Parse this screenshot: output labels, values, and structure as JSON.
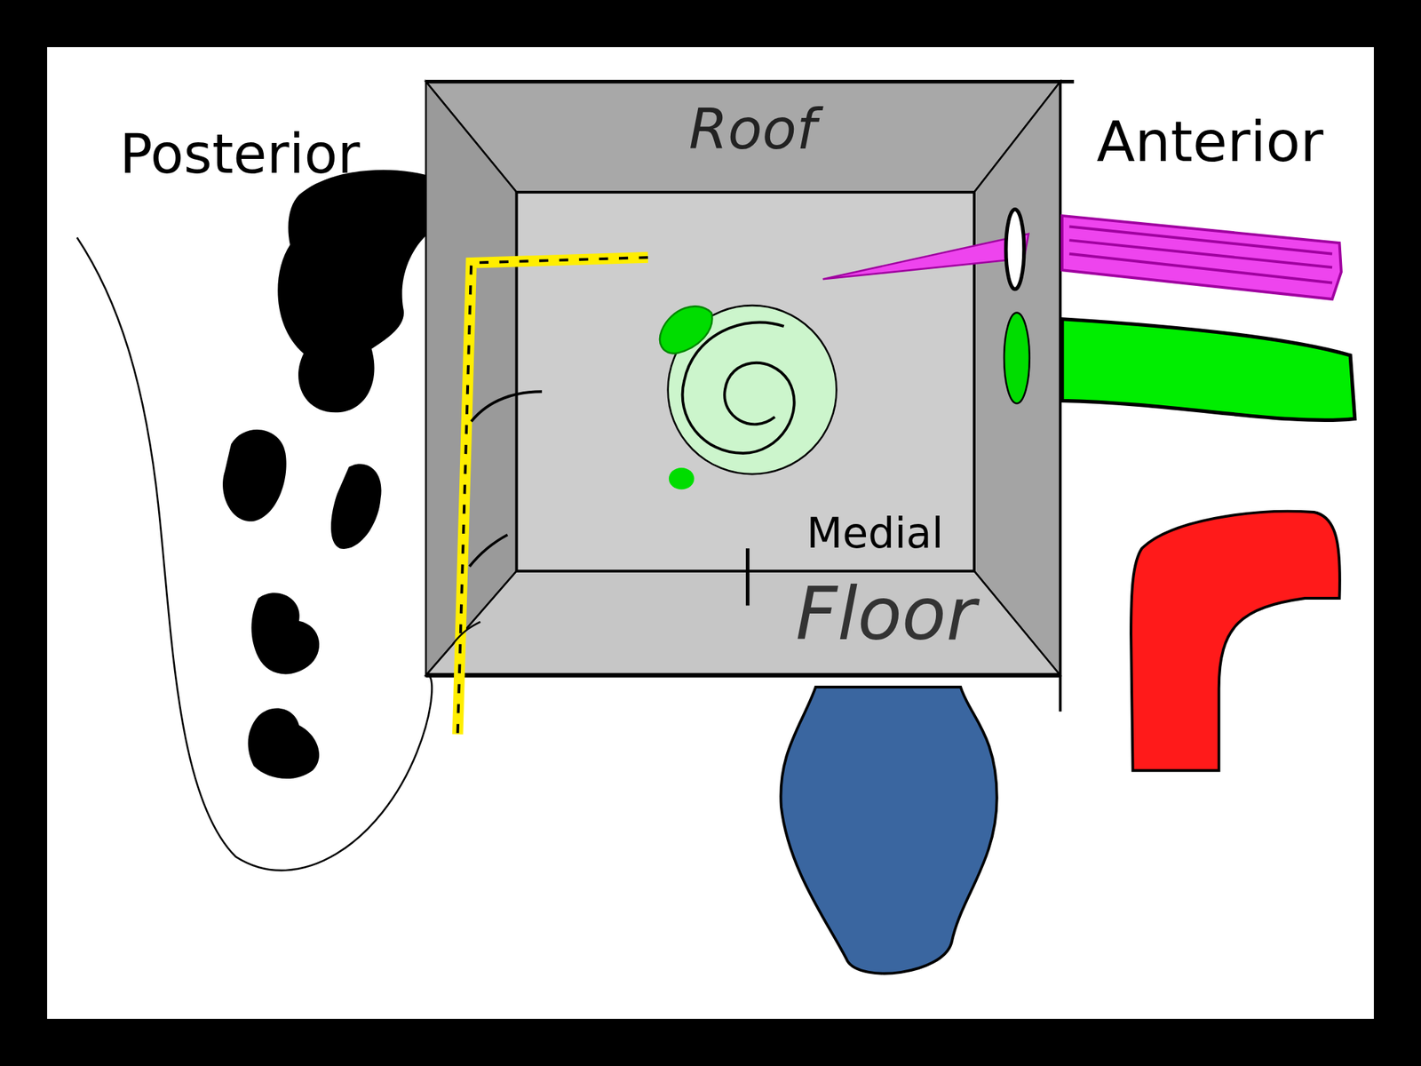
{
  "diagram": {
    "labels": [
      "Posterior",
      "Roof",
      "Anterior",
      "Medial",
      "Floor"
    ]
  }
}
